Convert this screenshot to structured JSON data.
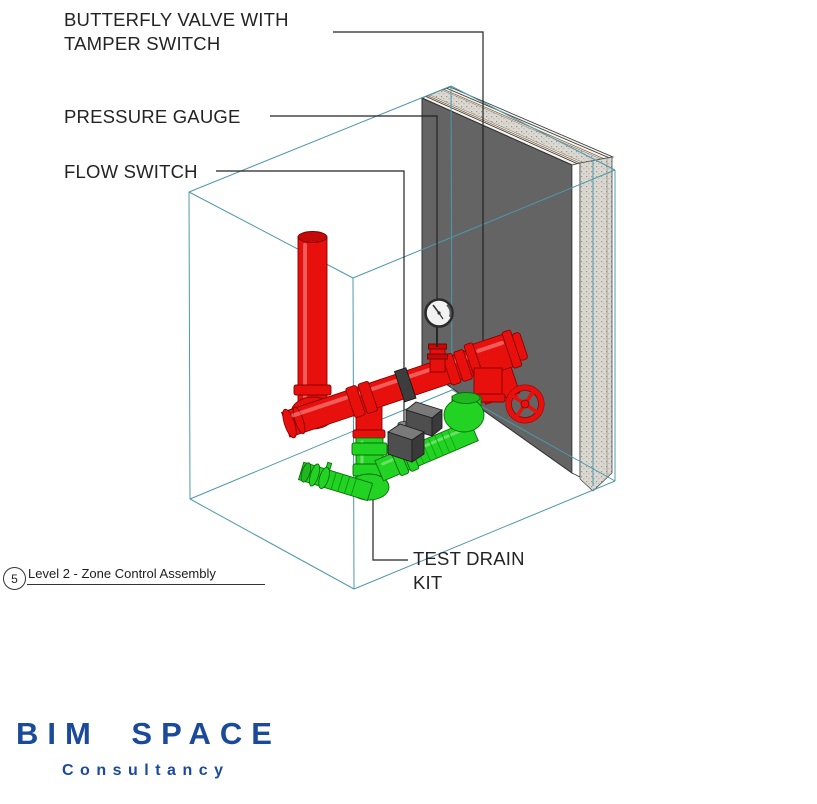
{
  "annotations": {
    "butterfly_valve": {
      "line1": "BUTTERFLY VALVE WITH",
      "line2": "TAMPER SWITCH"
    },
    "pressure_gauge": {
      "label": "PRESSURE GAUGE"
    },
    "flow_switch": {
      "label": "FLOW SWITCH"
    },
    "test_drain_kit": {
      "line1": "TEST DRAIN",
      "line2": "KIT"
    }
  },
  "viewport_title": {
    "detail_number": "5",
    "title": "Level 2 - Zone Control Assembly"
  },
  "logo": {
    "brand": "BIM SPACE",
    "tagline": "Consultancy"
  },
  "colors": {
    "pipe_red": "#E8100C",
    "pipe_green": "#23D323",
    "wall_gray": "#646464",
    "wall_insulation": "#DBD8D1",
    "section_box_cyan": "#4E98AC",
    "annotation_black": "#232323",
    "device_gray": "#4E4E4E",
    "logo_blue": "#1B4A9B"
  },
  "model": {
    "view_type": "3D isometric detail view",
    "components": [
      {
        "name": "Butterfly valve with tamper switch",
        "color": "#E8100C"
      },
      {
        "name": "Pressure gauge",
        "color": "#F2F2F2"
      },
      {
        "name": "Flow switch",
        "color": "#4E4E4E"
      },
      {
        "name": "Test drain kit",
        "color": "#23D323"
      },
      {
        "name": "Fire main piping with riser",
        "color": "#E8100C"
      },
      {
        "name": "Wall",
        "color": "#646464"
      },
      {
        "name": "Section box",
        "color": "#4E98AC"
      }
    ]
  }
}
